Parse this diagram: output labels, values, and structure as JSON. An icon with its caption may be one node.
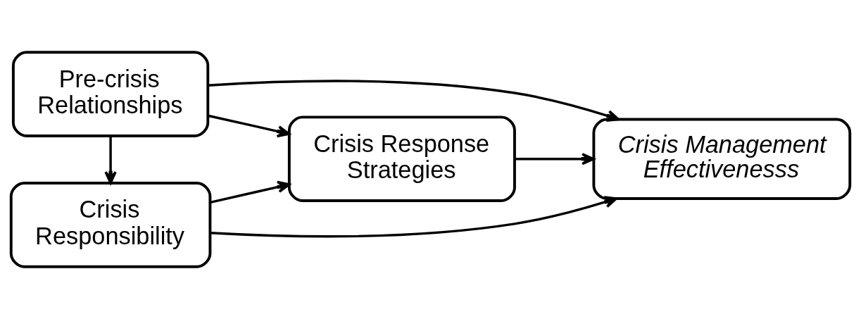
{
  "diagram": {
    "nodes": [
      {
        "text": [
          "Pre-crisis Relationships"
        ]
      },
      {
        "text": [
          "Crisis Responsibility"
        ]
      },
      {
        "text": [
          "Crisis Response Strategies"
        ]
      },
      {
        "text": [
          "Crisis Management Effectivenesss"
        ]
      }
    ],
    "edges": [
      {
        "from": 0,
        "to": 1,
        "arrow": "to"
      },
      {
        "from": 0,
        "to": 2,
        "arrow": "to"
      },
      {
        "from": 1,
        "to": 2,
        "arrow": "to"
      },
      {
        "from": 0,
        "to": 3,
        "arrow": "to"
      },
      {
        "from": 2,
        "to": 3,
        "arrow": "to"
      },
      {
        "from": 1,
        "to": 3,
        "arrow": "to"
      }
    ]
  }
}
